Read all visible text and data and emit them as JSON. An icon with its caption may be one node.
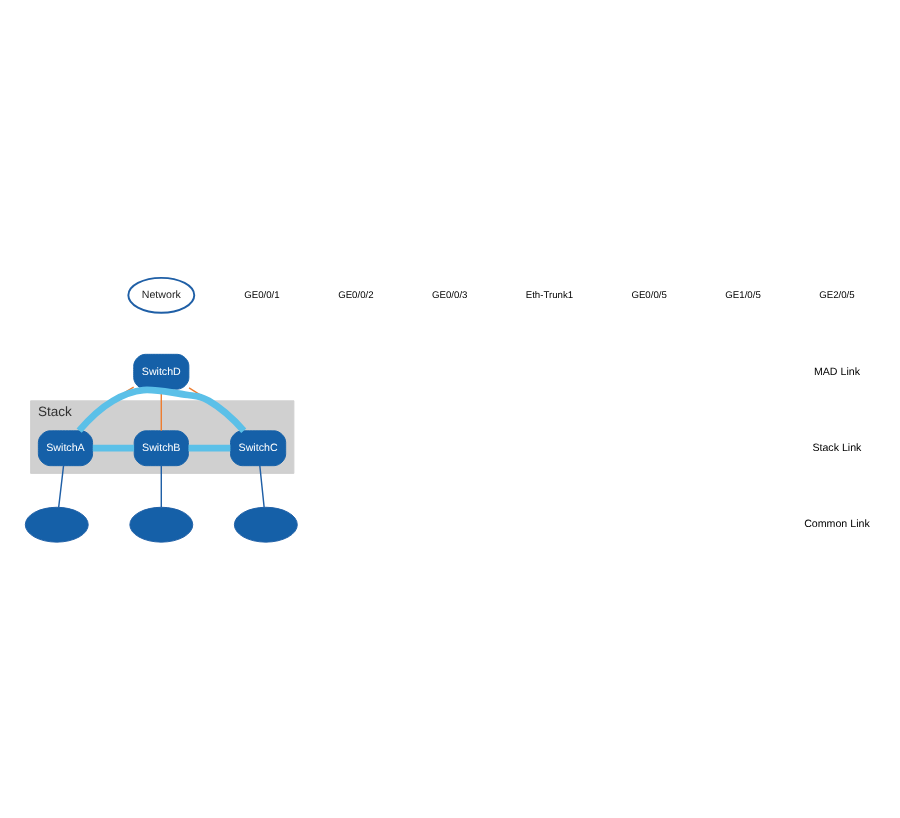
{
  "diagram": {
    "nodes": [
      {
        "text": [
          "Network"
        ]
      },
      {
        "text": [
          "SwitchD"
        ]
      },
      {
        "text": [
          "Stack"
        ]
      },
      {
        "text": [
          "SwitchA"
        ],
        "in": 2
      },
      {
        "text": [
          "SwitchB"
        ],
        "in": 2
      },
      {
        "text": [
          "SwitchC"
        ],
        "in": 2
      },
      {
        "text": [],
        "shape": "cloud"
      },
      {
        "text": [],
        "shape": "cloud"
      },
      {
        "text": [],
        "shape": "cloud"
      }
    ],
    "edges": [
      {
        "from": 1,
        "to": 3,
        "arrow": "none",
        "color": "#ed7d31"
      },
      {
        "from": 1,
        "to": 4,
        "arrow": "none",
        "color": "#ed7d31"
      },
      {
        "from": 1,
        "to": 5,
        "arrow": "none",
        "color": "#ed7d31"
      },
      {
        "from": 3,
        "to": 4,
        "arrow": "none",
        "style": "thick",
        "color": "#5bc0e8"
      },
      {
        "from": 4,
        "to": 5,
        "arrow": "none",
        "style": "thick",
        "color": "#5bc0e8"
      },
      {
        "from": 3,
        "to": 5,
        "arrow": "none",
        "style": "thick",
        "color": "#5bc0e8"
      },
      {
        "from": 3,
        "to": 6,
        "arrow": "none",
        "color": "#1f5fa6"
      },
      {
        "from": 4,
        "to": 7,
        "arrow": "none",
        "color": "#1f5fa6"
      },
      {
        "from": 5,
        "to": 8,
        "arrow": "none",
        "color": "#1f5fa6"
      }
    ],
    "labels": [
      "GE0/0/1",
      "GE0/0/2",
      "GE0/0/3",
      "Eth-Trunk1",
      "GE0/0/5",
      "GE1/0/5",
      "GE2/0/5"
    ],
    "legend": [
      {
        "text": "MAD Link"
      },
      {
        "text": "Stack Link"
      },
      {
        "text": "Common Link"
      }
    ]
  }
}
